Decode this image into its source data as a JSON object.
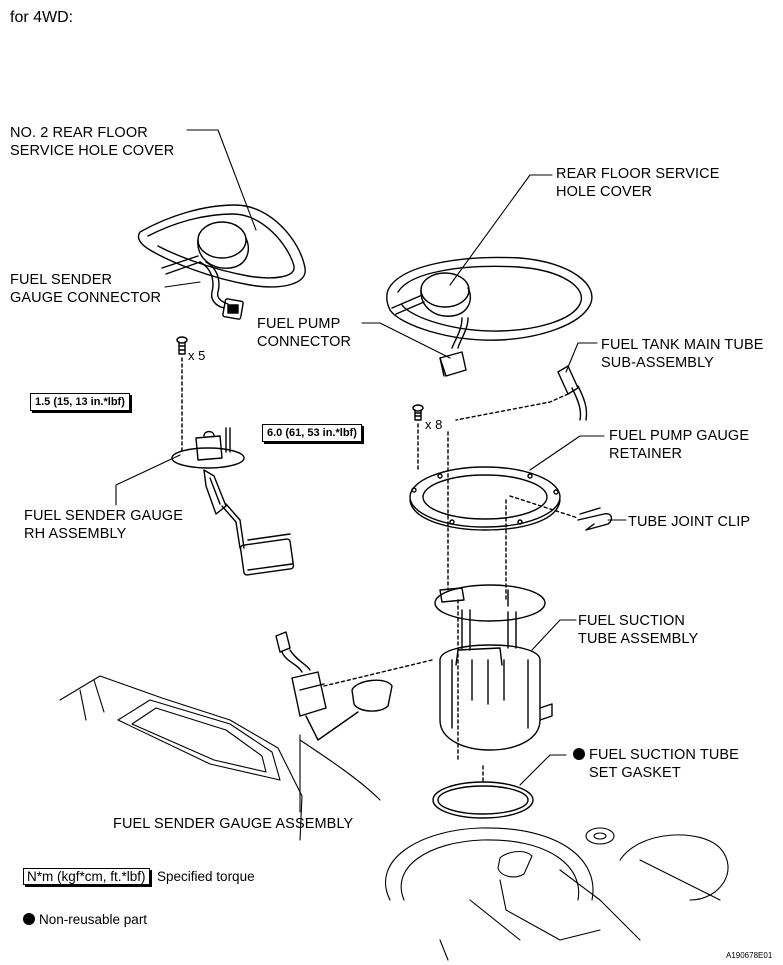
{
  "header": {
    "text": "for 4WD:"
  },
  "labels": {
    "no2_rear_floor_cover": "NO. 2 REAR FLOOR\nSERVICE HOLE COVER",
    "rear_floor_cover": "REAR FLOOR SERVICE\nHOLE COVER",
    "fuel_sender_gauge_connector": "FUEL SENDER\nGAUGE CONNECTOR",
    "fuel_pump_connector": "FUEL PUMP\nCONNECTOR",
    "fuel_tank_main_tube": "FUEL TANK MAIN TUBE\nSUB-ASSEMBLY",
    "fuel_pump_gauge_retainer": "FUEL PUMP GAUGE\nRETAINER",
    "tube_joint_clip": "TUBE JOINT CLIP",
    "fuel_sender_gauge_rh": "FUEL SENDER GAUGE\nRH ASSEMBLY",
    "fuel_suction_tube_assembly": "FUEL SUCTION\nTUBE ASSEMBLY",
    "fuel_suction_tube_gasket": "FUEL SUCTION TUBE\nSET GASKET",
    "fuel_sender_gauge_assembly": "FUEL SENDER GAUGE ASSEMBLY"
  },
  "torques": {
    "small_bolt": "1.5 (15, 13 in.*lbf)",
    "large_bolt": "6.0 (61, 53 in.*lbf)"
  },
  "quantities": {
    "small_bolt_qty": "x 5",
    "large_bolt_qty": "x 8"
  },
  "legend": {
    "torque_box": "N*m (kgf*cm, ft.*lbf)",
    "torque_desc": ": Specified torque",
    "nonreusable": "Non-reusable part"
  },
  "figure_code": "A190678E01"
}
